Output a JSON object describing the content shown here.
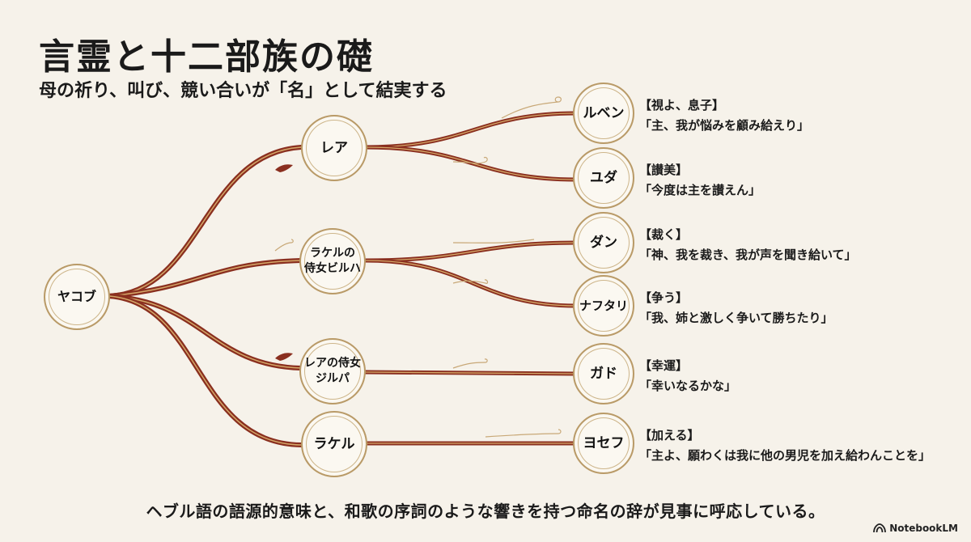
{
  "title": "言霊と十二部族の礎",
  "subtitle": "母の祈り、叫び、競い合いが「名」として結実する",
  "root": {
    "label": "ヤコブ"
  },
  "mothers": [
    {
      "id": "m1",
      "line1": "レア",
      "line2": ""
    },
    {
      "id": "m2",
      "line1": "ラケルの",
      "line2": "侍女ビルハ"
    },
    {
      "id": "m3",
      "line1": "レアの侍女",
      "line2": "ジルパ"
    },
    {
      "id": "m4",
      "line1": "ラケル",
      "line2": ""
    }
  ],
  "sons": [
    {
      "name": "ルベン",
      "meaning": "【視よ、息子】",
      "quote": "「主、我が悩みを顧み給えり」"
    },
    {
      "name": "ユダ",
      "meaning": "【讃美】",
      "quote": "「今度は主を讃えん」"
    },
    {
      "name": "ダン",
      "meaning": "【裁く】",
      "quote": "「神、我を裁き、我が声を聞き給いて」"
    },
    {
      "name": "ナフタリ",
      "meaning": "【争う】",
      "quote": "「我、姉と激しく争いて勝ちたり」"
    },
    {
      "name": "ガド",
      "meaning": "【幸運】",
      "quote": "「幸いなるかな」"
    },
    {
      "name": "ヨセフ",
      "meaning": "【加える】",
      "quote": "「主よ、願わくは我に他の男児を加え給わんことを」"
    }
  ],
  "footer": "ヘブル語の語源的意味と、和歌の序詞のような響きを持つ命名の辞が見事に呼応している。",
  "brand": {
    "label": "NotebookLM",
    "icon": "notebooklm-logo-icon"
  },
  "colors": {
    "branch": "#8a2f1f",
    "branch_light": "#c89a5c",
    "node_border": "#b99a67"
  }
}
